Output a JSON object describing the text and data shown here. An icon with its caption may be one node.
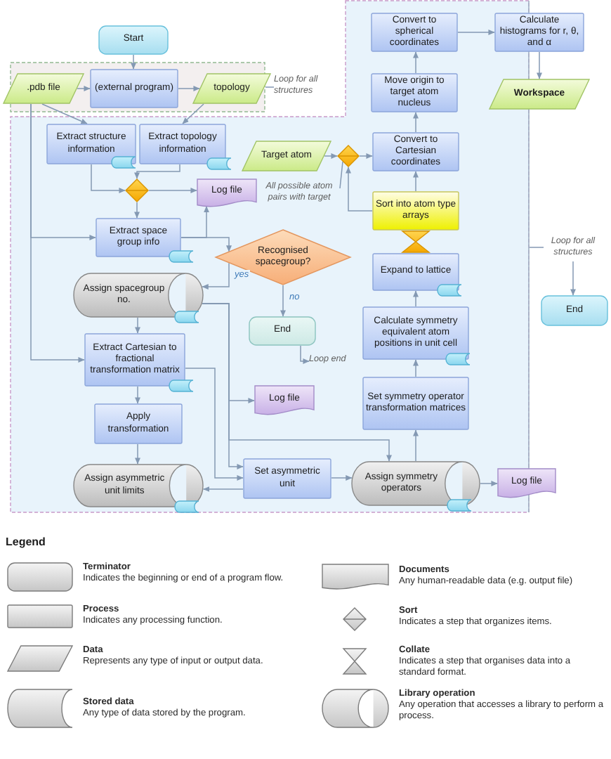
{
  "diagram": {
    "nodes": [
      {
        "text": [
          "Start"
        ]
      },
      {
        "text": [],
        "shape": "box"
      },
      {
        "text": [
          ".pdb file"
        ]
      },
      {
        "text": [
          "(external program)"
        ],
        "in": 1
      },
      {
        "text": [
          "topology"
        ]
      },
      {
        "text": [
          "Loop for all structures"
        ]
      },
      {
        "text": [],
        "shape": "box"
      },
      {
        "text": [
          "Convert to spherical coordinates"
        ],
        "in": 6
      },
      {
        "text": [
          "Calculate histograms for r, θ, and α"
        ]
      },
      {
        "text": [
          "Move origin to target atom nucleus"
        ],
        "in": 6
      },
      {
        "text": [
          "Workspace"
        ]
      },
      {
        "text": [
          "Extract structure information"
        ],
        "in": 6
      },
      {
        "text": [
          "Extract topology information"
        ],
        "in": 6
      },
      {
        "text": [
          "Target atom"
        ],
        "in": 6
      },
      {
        "text": [
          "Convert to Cartesian coordinates"
        ],
        "in": 6
      },
      {
        "text": [],
        "shape": "diamond",
        "in": 6
      },
      {
        "text": [
          "Log file"
        ],
        "in": 6
      },
      {
        "text": [
          "All possible atom pairs with target"
        ],
        "in": 6
      },
      {
        "text": [],
        "shape": "diamond",
        "in": 6
      },
      {
        "text": [
          "Sort into atom type arrays"
        ],
        "in": 6
      },
      {
        "text": [
          "Extract space group info"
        ],
        "in": 6
      },
      {
        "text": [
          "Recognised spacegroup?"
        ],
        "in": 6
      },
      {
        "text": [],
        "shape": "hourglass",
        "in": 6
      },
      {
        "text": [
          "Expand to lattice"
        ],
        "in": 6
      },
      {
        "text": [
          "Loop for all structures"
        ]
      },
      {
        "text": [
          "Assign spacegroup no."
        ],
        "in": 6
      },
      {
        "text": [
          "End"
        ],
        "in": 6
      },
      {
        "text": [
          "End"
        ]
      },
      {
        "text": [
          "Calculate symmetry equivalent atom positions in unit cell"
        ],
        "in": 6
      },
      {
        "text": [
          "Loop end"
        ],
        "in": 6
      },
      {
        "text": [
          "Extract Cartesian to fractional transformation matrix"
        ],
        "in": 6
      },
      {
        "text": [
          "Log file"
        ],
        "in": 6
      },
      {
        "text": [
          "Apply transformation"
        ],
        "in": 6
      },
      {
        "text": [
          "Set symmetry operator transformation matrices"
        ],
        "in": 6
      },
      {
        "text": [
          "Assign asymmetric unit limits"
        ],
        "in": 6
      },
      {
        "text": [
          "Set asymmetric unit"
        ],
        "in": 6
      },
      {
        "text": [
          "Assign symmetry operators"
        ],
        "in": 6
      },
      {
        "text": [
          "Log file"
        ]
      }
    ],
    "edges": [
      {
        "from": 0,
        "to": 3,
        "arrow": "to"
      },
      {
        "from": 2,
        "to": 3,
        "arrow": "to"
      },
      {
        "from": 3,
        "to": 4,
        "arrow": "to"
      },
      {
        "from": 1,
        "to": 5,
        "arrow": "none"
      },
      {
        "from": 2,
        "to": 11,
        "arrow": "to"
      },
      {
        "from": 4,
        "to": 12,
        "arrow": "to"
      },
      {
        "from": 2,
        "to": 20,
        "arrow": "to"
      },
      {
        "from": 2,
        "to": 30,
        "arrow": "to"
      },
      {
        "from": 11,
        "to": 15,
        "arrow": "to"
      },
      {
        "from": 12,
        "to": 15,
        "arrow": "to"
      },
      {
        "from": 15,
        "to": 16,
        "arrow": "to"
      },
      {
        "from": 15,
        "to": 20,
        "arrow": "to"
      },
      {
        "from": 20,
        "to": 16,
        "arrow": "to"
      },
      {
        "from": 20,
        "to": 21,
        "arrow": "to"
      },
      {
        "from": 21,
        "to": 25,
        "arrow": "to",
        "label": "yes"
      },
      {
        "from": 21,
        "to": 26,
        "arrow": "to",
        "label": "no"
      },
      {
        "from": 26,
        "to": 29,
        "arrow": "to"
      },
      {
        "from": 25,
        "to": 30,
        "arrow": "to"
      },
      {
        "from": 25,
        "to": 31,
        "arrow": "to"
      },
      {
        "from": 25,
        "to": 35,
        "arrow": "to"
      },
      {
        "from": 25,
        "to": 36,
        "arrow": "to"
      },
      {
        "from": 30,
        "to": 32,
        "arrow": "to"
      },
      {
        "from": 30,
        "to": 35,
        "arrow": "to"
      },
      {
        "from": 32,
        "to": 34,
        "arrow": "to"
      },
      {
        "from": 35,
        "to": 34,
        "arrow": "to"
      },
      {
        "from": 35,
        "to": 36,
        "arrow": "to"
      },
      {
        "from": 36,
        "to": 37,
        "arrow": "to"
      },
      {
        "from": 36,
        "to": 33,
        "arrow": "to"
      },
      {
        "from": 33,
        "to": 28,
        "arrow": "to"
      },
      {
        "from": 28,
        "to": 23,
        "arrow": "to"
      },
      {
        "from": 19,
        "to": 14,
        "arrow": "to"
      },
      {
        "from": 13,
        "to": 18,
        "arrow": "to"
      },
      {
        "from": 18,
        "to": 14,
        "arrow": "to"
      },
      {
        "from": 19,
        "to": 18,
        "arrow": "to"
      },
      {
        "from": 17,
        "to": 18,
        "arrow": "none"
      },
      {
        "from": 14,
        "to": 9,
        "arrow": "to"
      },
      {
        "from": 9,
        "to": 7,
        "arrow": "to"
      },
      {
        "from": 7,
        "to": 8,
        "arrow": "to"
      },
      {
        "from": 8,
        "to": 10,
        "arrow": "to"
      },
      {
        "from": 6,
        "to": 24,
        "arrow": "none"
      },
      {
        "from": 24,
        "to": 27,
        "arrow": "to"
      }
    ],
    "labels": [
      "Legend"
    ],
    "legend": [
      {
        "text": "**Terminator** Indicates the beginning or end of a program flow."
      },
      {
        "text": "**Process** Indicates any processing function."
      },
      {
        "text": "**Data** Represents any type of input or output data."
      },
      {
        "text": "**Stored data** Any type of data stored by the program."
      },
      {
        "text": "**Documents** Any human-readable data (e.g. output file)"
      },
      {
        "text": "**Sort** Indicates a step that organizes items."
      },
      {
        "text": "**Collate** Indicates a step that organises data into a standard format."
      },
      {
        "text": "**Library operation** Any operation that accesses a library to perform a process."
      }
    ]
  }
}
